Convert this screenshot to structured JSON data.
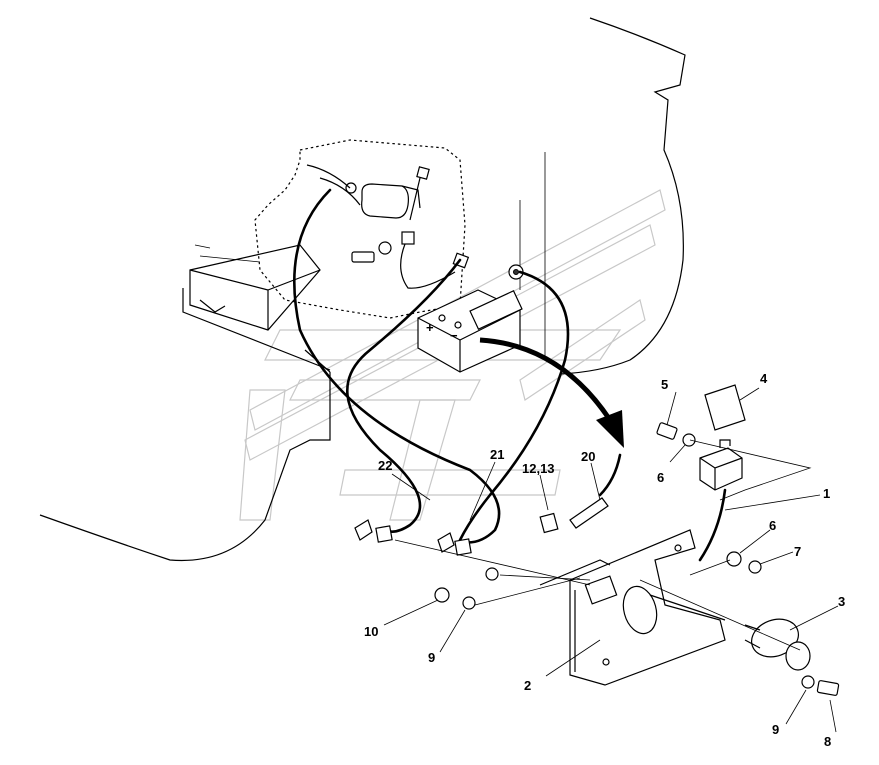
{
  "callouts": {
    "c1": "1",
    "c2": "2",
    "c3": "3",
    "c4": "4",
    "c5": "5",
    "c6a": "6",
    "c6b": "6",
    "c7": "7",
    "c8": "8",
    "c9a": "9",
    "c9b": "9",
    "c10": "10",
    "c1213": "12,13",
    "c20": "20",
    "c21": "21",
    "c22": "22"
  },
  "battery": {
    "plus_sign": "+",
    "minus_sign": "−"
  },
  "colors": {
    "line": "#000000",
    "watermark": "#c8c8c8",
    "background": "#ffffff"
  }
}
